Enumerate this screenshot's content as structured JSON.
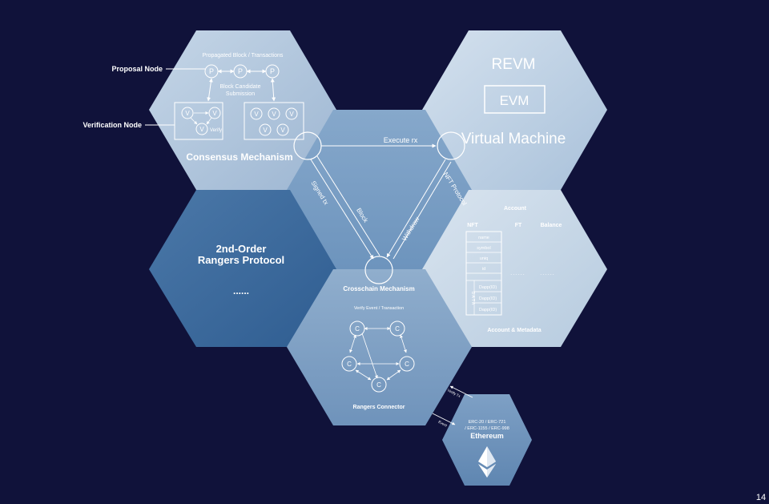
{
  "colors": {
    "background": "#10123a",
    "consensus_hex": "#b2c6dc",
    "vm_hex": "#c4d5e6",
    "center_hex": "#7ea2c6",
    "rangers_hex": "#3f6d9f",
    "account_hex": "#cbd9e7",
    "connector_hex": "#7f9fc2",
    "ethereum_hex": "#6f93bb",
    "line": "#ffffff"
  },
  "callouts": {
    "proposal_node": "Proposal Node",
    "verification_node": "Verification Node"
  },
  "consensus": {
    "top_label": "Propagated Block / Transactions",
    "proposal_letter": "P",
    "candidate_label_1": "Block Candidate",
    "candidate_label_2": "Submission",
    "verify_letter": "V",
    "verify_label": "Verify",
    "title": "Consensus Mechanism"
  },
  "vm": {
    "revm": "REVM",
    "evm": "EVM",
    "title": "Virtual Machine"
  },
  "rangers": {
    "title_1": "2nd-Order",
    "title_2": "Rangers Protocol",
    "dots": "......"
  },
  "flows": {
    "execute_rx": "Execute rx",
    "signed_tx": "Signed tx",
    "block": "Block",
    "nft_protocol": "NFT Protocol",
    "withdraw": "Withdraw"
  },
  "crosschain": {
    "title": "Crosschain Mechanism"
  },
  "account": {
    "title": "Account",
    "col_nft": "NFT",
    "col_ft": "FT",
    "col_balance": "Balance",
    "fields": [
      "name",
      "symbol",
      "uniq",
      "id"
    ],
    "dash_1": "- - - - - -",
    "dash_2": "- - - - - -",
    "vertical_label": "D A T A",
    "dapp_rows": [
      "Dapp(ID)",
      "Dapp(ID)",
      "Dapp(ID)"
    ],
    "footer": "Account & Metadata"
  },
  "connector": {
    "top_label": "Verify Event / Transaction",
    "node_letter": "C",
    "title": "Rangers Connector"
  },
  "ethereum": {
    "standards_1": "ERC-20 / ERC-721",
    "standards_2": "/ ERC-1155 / ERC-998",
    "title": "Ethereum",
    "arrow_label_up": "Verify Tx",
    "arrow_label_down": "Event"
  },
  "page_number": "14"
}
